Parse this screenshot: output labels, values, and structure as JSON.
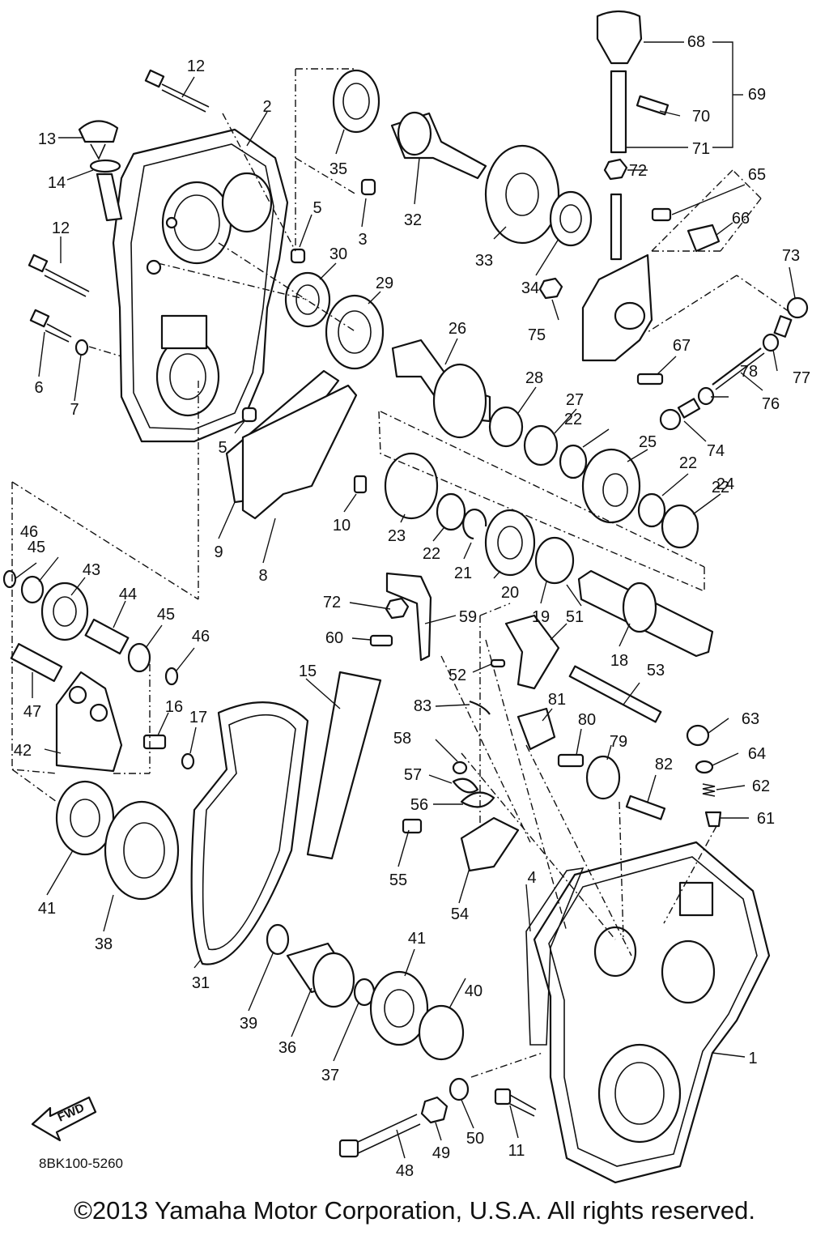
{
  "diagram": {
    "code": "8BK100-5260",
    "copyright": "©2013 Yamaha Motor Corporation, U.S.A. All rights reserved.",
    "fwd_label": "FWD",
    "callouts": [
      "1",
      "2",
      "3",
      "4",
      "5",
      "5",
      "6",
      "7",
      "8",
      "9",
      "10",
      "11",
      "12",
      "12",
      "13",
      "14",
      "15",
      "16",
      "17",
      "18",
      "19",
      "20",
      "21",
      "22",
      "22",
      "22",
      "22",
      "23",
      "24",
      "25",
      "26",
      "27",
      "28",
      "29",
      "30",
      "31",
      "32",
      "33",
      "34",
      "35",
      "36",
      "37",
      "38",
      "39",
      "40",
      "41",
      "41",
      "42",
      "43",
      "44",
      "45",
      "45",
      "46",
      "46",
      "47",
      "48",
      "49",
      "50",
      "51",
      "52",
      "53",
      "54",
      "55",
      "56",
      "57",
      "58",
      "59",
      "60",
      "61",
      "62",
      "63",
      "64",
      "65",
      "66",
      "67",
      "68",
      "69",
      "70",
      "71",
      "72",
      "72",
      "73",
      "74",
      "75",
      "76",
      "77",
      "78",
      "79",
      "80",
      "81",
      "82",
      "83"
    ]
  }
}
